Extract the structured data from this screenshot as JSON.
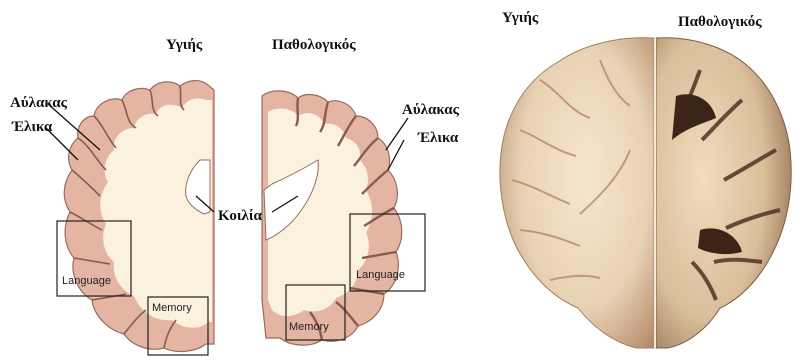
{
  "left": {
    "healthy_title": "Υγιής",
    "pathological_title": "Παθολογικός",
    "healthy_sulcus": "Αύλακας",
    "healthy_gyrus": "Έλικα",
    "pathological_sulcus": "Αύλακας",
    "pathological_gyrus": "Έλικα",
    "ventricle": "Κοιλία",
    "healthy_language": "Language",
    "healthy_memory": "Memory",
    "pathological_language": "Language",
    "pathological_memory": "Memory"
  },
  "right": {
    "healthy_title": "Υγιής",
    "pathological_title": "Παθολογικός"
  },
  "colors": {
    "cortex": "#e3b5a2",
    "white_matter": "#fbf1df",
    "sulcus_line": "#8a5a50",
    "photo_healthy": "#e8d2b4",
    "photo_pathological": "#d9bf9a"
  }
}
